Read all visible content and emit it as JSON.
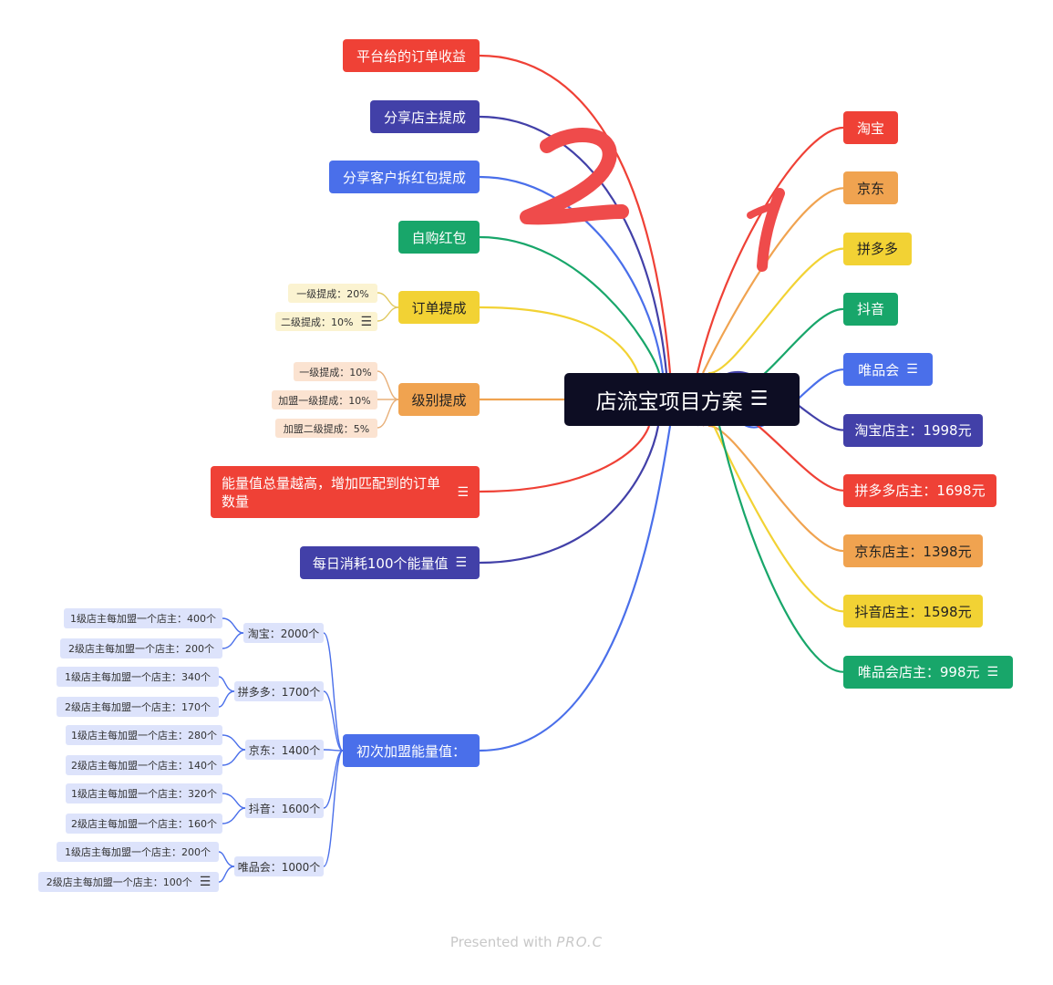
{
  "root": {
    "title": "店流宝项目方案"
  },
  "left_top": [
    {
      "label": "平台给的订单收益",
      "color": "#ef4136"
    },
    {
      "label": "分享店主提成",
      "color": "#4240a8"
    },
    {
      "label": "分享客户拆红包提成",
      "color": "#4a6fea"
    },
    {
      "label": "自购红包",
      "color": "#18a66a"
    }
  ],
  "order_commission": {
    "label": "订单提成",
    "color": "#f2d234",
    "children": [
      "一级提成：20%",
      "二级提成：10%"
    ]
  },
  "level_commission": {
    "label": "级别提成",
    "color": "#f0a350",
    "children": [
      "一级提成：10%",
      "加盟一级提成：10%",
      "加盟二级提成：5%"
    ]
  },
  "energy_total": {
    "label": "能量值总量越高，增加匹配到的订单数量",
    "color": "#ef4136"
  },
  "energy_daily": {
    "label": "每日消耗100个能量值",
    "color": "#4240a8"
  },
  "initial_energy": {
    "label": "初次加盟能量值：",
    "color": "#4a6fea",
    "groups": [
      {
        "label": "淘宝：2000个",
        "children": [
          "1级店主每加盟一个店主：400个",
          "2级店主每加盟一个店主：200个"
        ]
      },
      {
        "label": "拼多多：1700个",
        "children": [
          "1级店主每加盟一个店主：340个",
          "2级店主每加盟一个店主：170个"
        ]
      },
      {
        "label": "京东：1400个",
        "children": [
          "1级店主每加盟一个店主：280个",
          "2级店主每加盟一个店主：140个"
        ]
      },
      {
        "label": "抖音：1600个",
        "children": [
          "1级店主每加盟一个店主：320个",
          "2级店主每加盟一个店主：160个"
        ]
      },
      {
        "label": "唯品会：1000个",
        "children": [
          "1级店主每加盟一个店主：200个",
          "2级店主每加盟一个店主：100个"
        ]
      }
    ]
  },
  "right": [
    {
      "label": "淘宝",
      "color": "#ef4136",
      "text": "#ffffff"
    },
    {
      "label": "京东",
      "color": "#f0a350",
      "text": "#222222"
    },
    {
      "label": "拼多多",
      "color": "#f2d234",
      "text": "#222222"
    },
    {
      "label": "抖音",
      "color": "#18a66a",
      "text": "#ffffff"
    },
    {
      "label": "唯品会",
      "color": "#4a6fea",
      "text": "#ffffff"
    },
    {
      "label": "淘宝店主：1998元",
      "color": "#4240a8",
      "text": "#ffffff"
    },
    {
      "label": "拼多多店主：1698元",
      "color": "#ef4136",
      "text": "#ffffff"
    },
    {
      "label": "京东店主：1398元",
      "color": "#f0a350",
      "text": "#222222"
    },
    {
      "label": "抖音店主：1598元",
      "color": "#f2d234",
      "text": "#222222"
    },
    {
      "label": "唯品会店主：998元",
      "color": "#18a66a",
      "text": "#ffffff"
    }
  ],
  "annotations": [
    "2",
    "1"
  ],
  "footer": {
    "presented": "Presented with",
    "brand": "PRO.C"
  },
  "icons": {
    "memo": "memo-lines-icon"
  }
}
